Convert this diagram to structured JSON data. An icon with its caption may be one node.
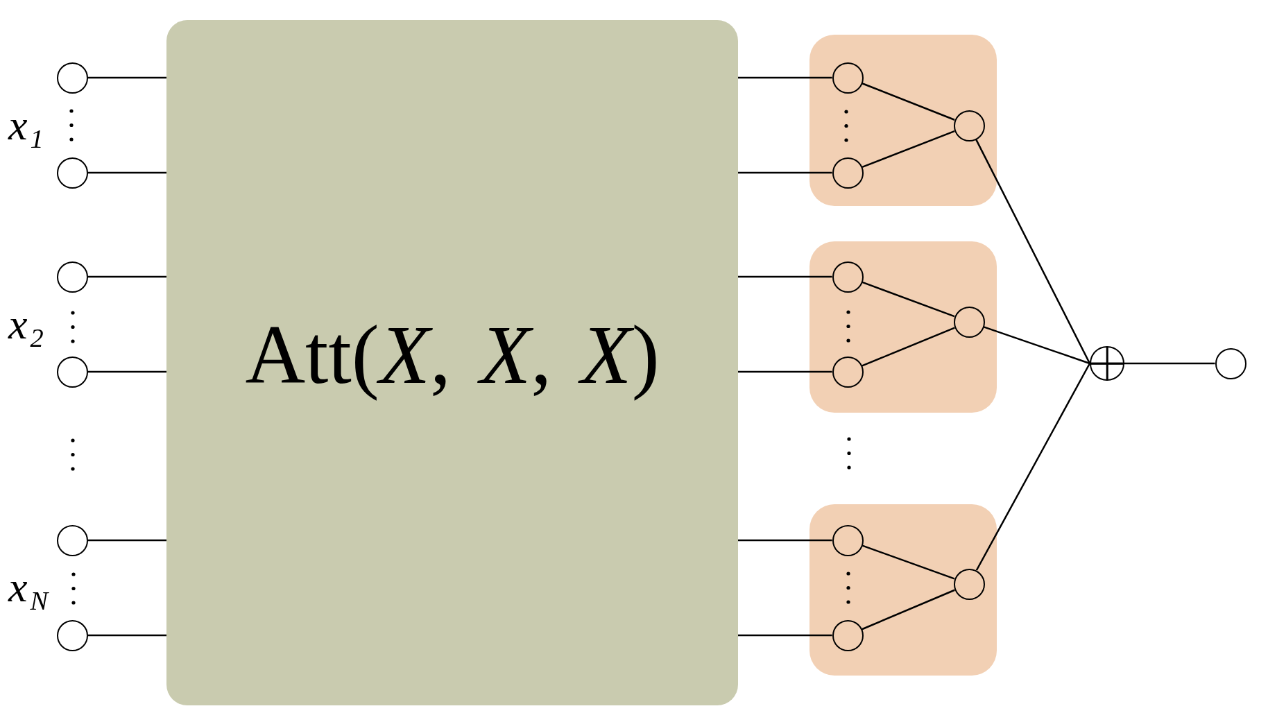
{
  "diagram": {
    "nodes": [
      {
        "text": [],
        "shape": "circle"
      },
      {
        "text": [],
        "shape": "circle"
      },
      {
        "text": [],
        "shape": "circle"
      },
      {
        "text": [],
        "shape": "circle"
      },
      {
        "text": [],
        "shape": "circle"
      },
      {
        "text": [],
        "shape": "circle"
      },
      {
        "text": [
          "Att(*X*, *X*, *X*)"
        ]
      },
      {
        "text": [],
        "shape": "box"
      },
      {
        "text": [],
        "shape": "circle",
        "in": 7
      },
      {
        "text": [],
        "shape": "circle",
        "in": 7
      },
      {
        "text": [],
        "shape": "circle",
        "in": 7
      },
      {
        "text": [],
        "shape": "box"
      },
      {
        "text": [],
        "shape": "circle",
        "in": 11
      },
      {
        "text": [],
        "shape": "circle",
        "in": 11
      },
      {
        "text": [],
        "shape": "circle",
        "in": 11
      },
      {
        "text": [],
        "shape": "box"
      },
      {
        "text": [],
        "shape": "circle",
        "in": 15
      },
      {
        "text": [],
        "shape": "circle",
        "in": 15
      },
      {
        "text": [],
        "shape": "circle",
        "in": 15
      },
      {
        "text": [],
        "shape": "circle"
      },
      {
        "text": [],
        "shape": "circle"
      }
    ],
    "edges": [
      {
        "from": 0,
        "to": 6,
        "arrow": "none"
      },
      {
        "from": 1,
        "to": 6,
        "arrow": "none"
      },
      {
        "from": 2,
        "to": 6,
        "arrow": "none"
      },
      {
        "from": 3,
        "to": 6,
        "arrow": "none"
      },
      {
        "from": 4,
        "to": 6,
        "arrow": "none"
      },
      {
        "from": 5,
        "to": 6,
        "arrow": "none"
      },
      {
        "from": 6,
        "to": 8,
        "arrow": "none"
      },
      {
        "from": 6,
        "to": 9,
        "arrow": "none"
      },
      {
        "from": 6,
        "to": 12,
        "arrow": "none"
      },
      {
        "from": 6,
        "to": 13,
        "arrow": "none"
      },
      {
        "from": 6,
        "to": 16,
        "arrow": "none"
      },
      {
        "from": 6,
        "to": 17,
        "arrow": "none"
      },
      {
        "from": 8,
        "to": 10,
        "arrow": "none"
      },
      {
        "from": 9,
        "to": 10,
        "arrow": "none"
      },
      {
        "from": 12,
        "to": 14,
        "arrow": "none"
      },
      {
        "from": 13,
        "to": 14,
        "arrow": "none"
      },
      {
        "from": 16,
        "to": 18,
        "arrow": "none"
      },
      {
        "from": 17,
        "to": 18,
        "arrow": "none"
      },
      {
        "from": 10,
        "to": 19,
        "arrow": "none"
      },
      {
        "from": 14,
        "to": 19,
        "arrow": "none"
      },
      {
        "from": 18,
        "to": 19,
        "arrow": "none"
      },
      {
        "from": 19,
        "to": 20,
        "arrow": "none"
      }
    ],
    "labels": [
      "x$_{1}$",
      "x$_{2}$",
      "x$_{N}$"
    ]
  }
}
